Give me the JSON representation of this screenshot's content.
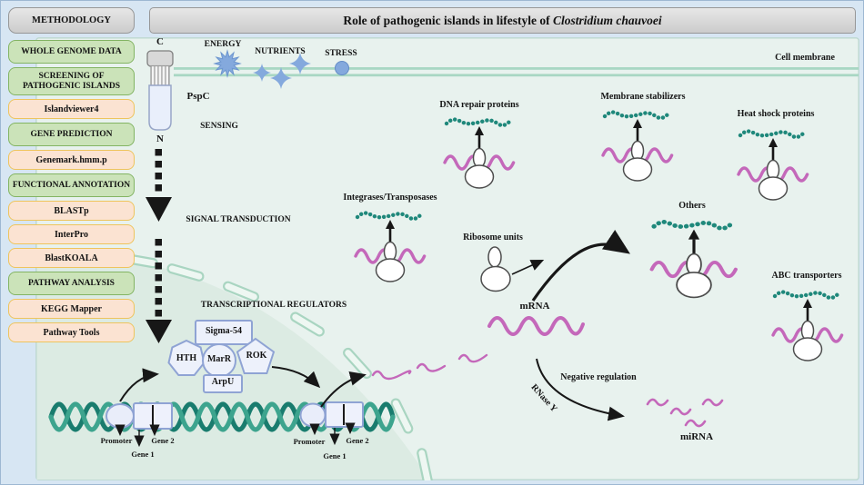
{
  "title": {
    "prefix": "Role of pathogenic islands in lifestyle of ",
    "species": "Clostridium chauvoei"
  },
  "sidebar": {
    "header": "METHODOLOGY",
    "items": [
      {
        "id": "whole-genome-data",
        "label": "WHOLE GENOME DATA",
        "kind": "stage"
      },
      {
        "id": "screening-of-pathogenic-islands",
        "label": "SCREENING OF PATHOGENIC ISLANDS",
        "kind": "stage"
      },
      {
        "id": "islandviewer4",
        "label": "Islandviewer4",
        "kind": "tool"
      },
      {
        "id": "gene-prediction",
        "label": "GENE PREDICTION",
        "kind": "stage"
      },
      {
        "id": "genemark-hmm-p",
        "label": "Genemark.hmm.p",
        "kind": "tool"
      },
      {
        "id": "functional-annotation",
        "label": "FUNCTIONAL ANNOTATION",
        "kind": "stage"
      },
      {
        "id": "blastp",
        "label": "BLASTp",
        "kind": "tool"
      },
      {
        "id": "interpro",
        "label": "InterPro",
        "kind": "tool"
      },
      {
        "id": "blastkoala",
        "label": "BlastKOALA",
        "kind": "tool"
      },
      {
        "id": "pathway-analysis",
        "label": "PATHWAY ANALYSIS",
        "kind": "stage"
      },
      {
        "id": "kegg-mapper",
        "label": "KEGG Mapper",
        "kind": "tool"
      },
      {
        "id": "pathway-tools",
        "label": "Pathway Tools",
        "kind": "tool"
      }
    ]
  },
  "membrane": {
    "label": "Cell membrane"
  },
  "stimuli": [
    {
      "id": "energy",
      "label": "ENERGY",
      "icon": "burst-icon"
    },
    {
      "id": "nutrients",
      "label": "NUTRIENTS",
      "icon": "sparkle-stars-icon"
    },
    {
      "id": "stress",
      "label": "STRESS",
      "icon": "dot-icon"
    }
  ],
  "receptor": {
    "name": "PspC",
    "c_terminus": "C",
    "n_terminus": "N"
  },
  "process_labels": {
    "sensing": "SENSING",
    "signal_transduction": "SIGNAL TRANSDUCTION",
    "transcriptional_regulators": "TRANSCRIPTIONAL REGULATORS",
    "ribosome_units": "Ribosome units",
    "mrna": "mRNA",
    "negative_regulation": "Negative regulation",
    "rnase": "RNase Y",
    "mirna": "miRNA"
  },
  "regulators": [
    "Sigma-54",
    "HTH",
    "MarR",
    "ROK",
    "ArpU"
  ],
  "gene_sites": {
    "promoter": "Promoter",
    "gene1": "Gene 1",
    "gene2": "Gene 2"
  },
  "products": [
    {
      "id": "dna-repair-proteins",
      "label": "DNA repair proteins"
    },
    {
      "id": "integrases-transposases",
      "label": "Integrases/Transposases"
    },
    {
      "id": "membrane-stabilizers",
      "label": "Membrane stabilizers"
    },
    {
      "id": "heat-shock-proteins",
      "label": "Heat shock proteins"
    },
    {
      "id": "others",
      "label": "Others"
    },
    {
      "id": "abc-transporters",
      "label": "ABC transporters"
    }
  ],
  "colors": {
    "background": "#d7e6f3",
    "panel": "#e8f2ee",
    "nucleoid_region": "#dcebe3",
    "stage_box_fill": "#cbe3b9",
    "stage_box_border": "#83b463",
    "tool_box_fill": "#fbe3d2",
    "tool_box_border": "#eec45d",
    "gray_box": "#d8d8d8",
    "membrane_green": "#a8d7c3",
    "helix_dark": "#197c6e",
    "helix_light": "#3da48e",
    "mrna_pink": "#c468ba",
    "bead_teal": "#1f887b",
    "stimulus_blue": "#84a9dd",
    "regulator_fill": "#edf1fb",
    "regulator_border": "#8fa3d4",
    "arrow_black": "#171717"
  }
}
